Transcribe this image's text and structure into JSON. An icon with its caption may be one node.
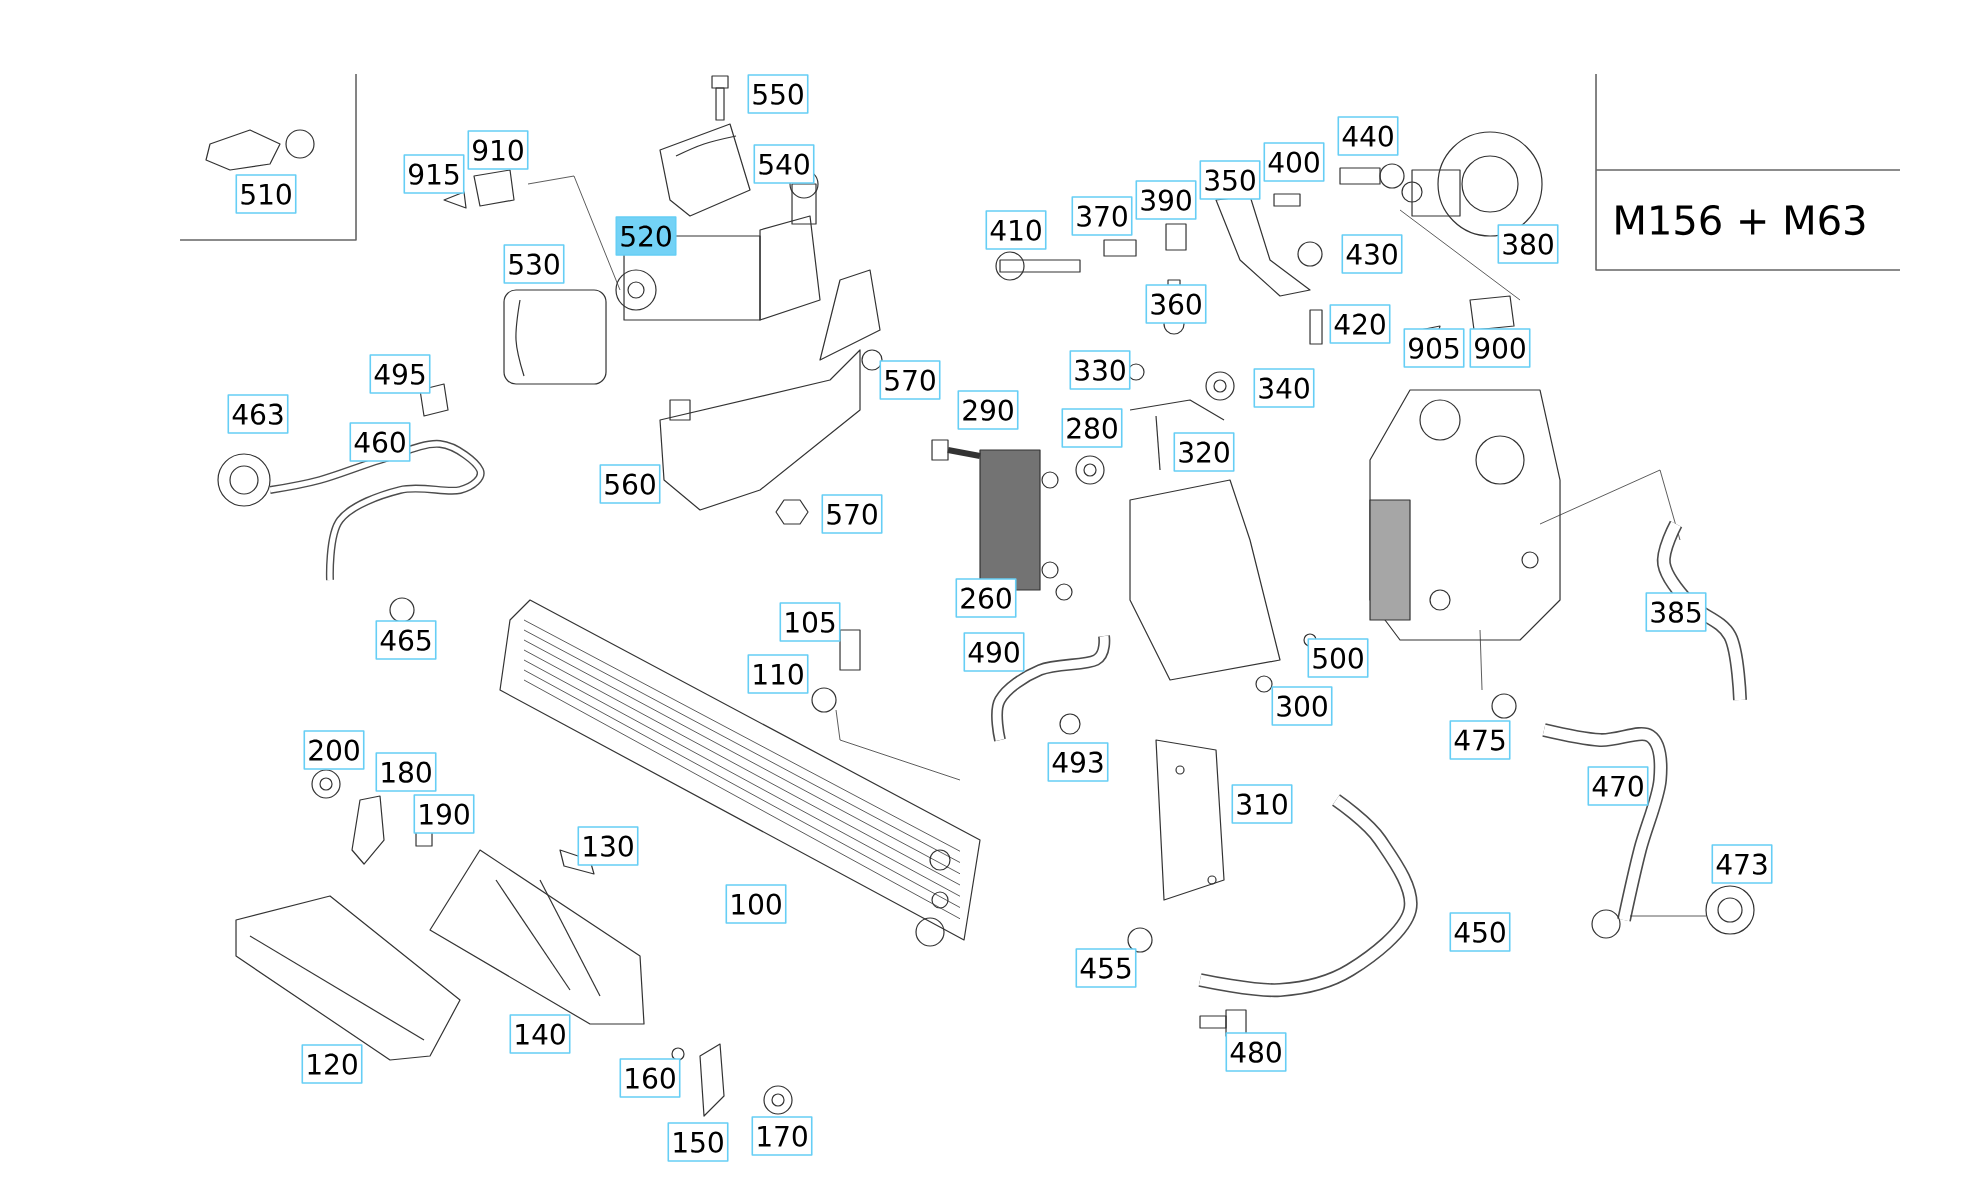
{
  "diagram": {
    "labels": [
      "550",
      "440",
      "910",
      "400",
      "540",
      "915",
      "350",
      "510",
      "390",
      "370",
      "M156 + M63",
      "410",
      "520",
      "380",
      "430",
      "530",
      "360",
      "420",
      "905",
      "900",
      "330",
      "495",
      "570",
      "340",
      "290",
      "463",
      "280",
      "460",
      "320",
      "560",
      "570",
      "260",
      "385",
      "105",
      "465",
      "490",
      "500",
      "110",
      "300",
      "475",
      "200",
      "493",
      "180",
      "470",
      "310",
      "190",
      "130",
      "473",
      "100",
      "450",
      "455",
      "140",
      "480",
      "120",
      "160",
      "170",
      "150"
    ]
  }
}
